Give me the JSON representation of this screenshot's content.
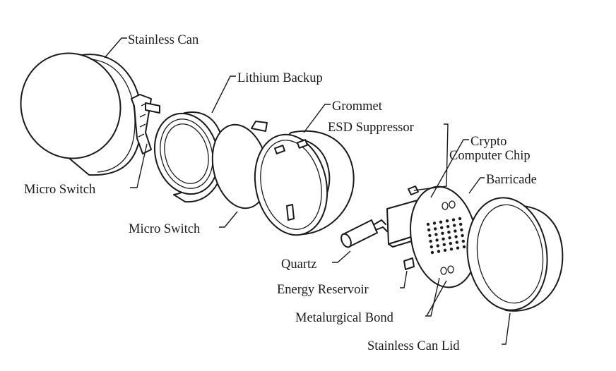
{
  "labels": {
    "stainless_can": "Stainless Can",
    "lithium_backup": "Lithium Backup",
    "grommet": "Grommet",
    "esd_suppressor": "ESD Suppressor",
    "crypto_line1": "Crypto",
    "crypto_line2": "Computer Chip",
    "barricade": "Barricade",
    "micro_switch_left": "Micro Switch",
    "micro_switch_mid": "Micro Switch",
    "quartz": "Quartz",
    "energy_reservoir": "Energy Reservoir",
    "metalurgical_bond": "Metalurgical Bond",
    "stainless_can_lid": "Stainless Can Lid"
  },
  "colors": {
    "ink": "#1a1a1a",
    "background": "#ffffff"
  }
}
